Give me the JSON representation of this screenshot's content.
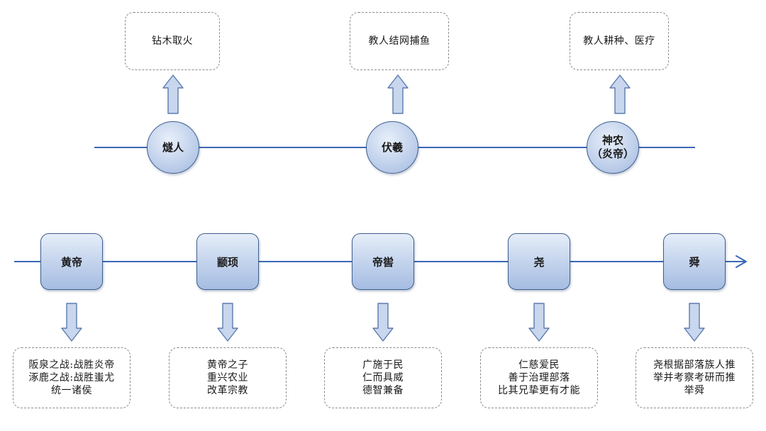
{
  "colors": {
    "timeline": "#3a68b5",
    "node_border": "#3f5f8e",
    "node_fill_light": "#e6eef9",
    "node_fill_dark": "#a5bde2",
    "arrow_fill": "#c8d6ee",
    "arrow_stroke": "#5c7bae",
    "box_border": "#8c8c8c"
  },
  "top_row": [
    {
      "name_lines": [
        "燧人"
      ],
      "achievement_lines": [
        "钻木取火"
      ]
    },
    {
      "name_lines": [
        "伏羲"
      ],
      "achievement_lines": [
        "教人结网捕鱼"
      ]
    },
    {
      "name_lines": [
        "神农",
        "（炎帝）"
      ],
      "achievement_lines": [
        "教人耕种、医疗"
      ]
    }
  ],
  "bottom_row": [
    {
      "name": "黄帝",
      "achievement_lines": [
        "阪泉之战:战胜炎帝",
        "涿鹿之战:战胜蚩尤",
        "统一诸侯"
      ]
    },
    {
      "name": "颛顼",
      "achievement_lines": [
        "黄帝之子",
        "重兴农业",
        "改革宗教"
      ]
    },
    {
      "name": "帝喾",
      "achievement_lines": [
        "广施于民",
        "仁而具威",
        "德智兼备"
      ]
    },
    {
      "name": "尧",
      "achievement_lines": [
        "仁慈爱民",
        "善于治理部落",
        "比其兄挚更有才能"
      ]
    },
    {
      "name": "舜",
      "achievement_lines": [
        "尧根据部落族人推",
        "举并考察考研而推",
        "举舜"
      ]
    }
  ]
}
